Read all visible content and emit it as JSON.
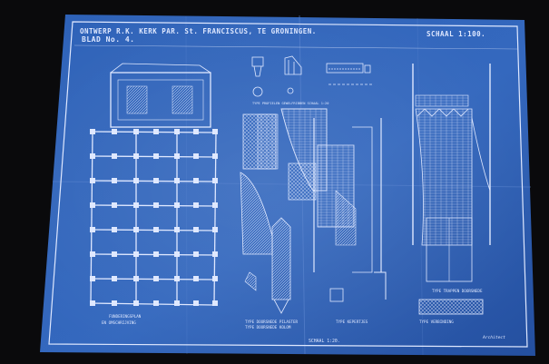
{
  "photo": {
    "subject": "blueprint",
    "colors": {
      "background": "#0a0a0c",
      "paper": "#2f5fb0",
      "paper_dark": "#1f4a98",
      "lines": "#dfe8ff"
    }
  },
  "blueprint": {
    "title": "ONTWERP R.K. KERK PAR. St. FRANCISCUS, TE GRONINGEN.",
    "sheet": "BLAD No. 4.",
    "scale": "SCHAAL 1:100.",
    "captions": {
      "plan": "FUNDERINGSPLAN",
      "plan_note": "EN OMSCHRIJVING",
      "top_profiles": "TYPE PROFIELEN GEWELFRIBBEN SCHAAL 1:20",
      "detail_a": "TYPE DOORSNEDE PILASTER",
      "detail_b": "TYPE DOORSNEDE KOLOM",
      "detail_c": "TYPE KEPERTJES",
      "scale_bottom": "SCHAAL 1:20.",
      "right_a": "TYPE TRAPPEN DOORSNEDE",
      "right_b": "TYPE VERBINDING",
      "signature": "Architect"
    }
  }
}
